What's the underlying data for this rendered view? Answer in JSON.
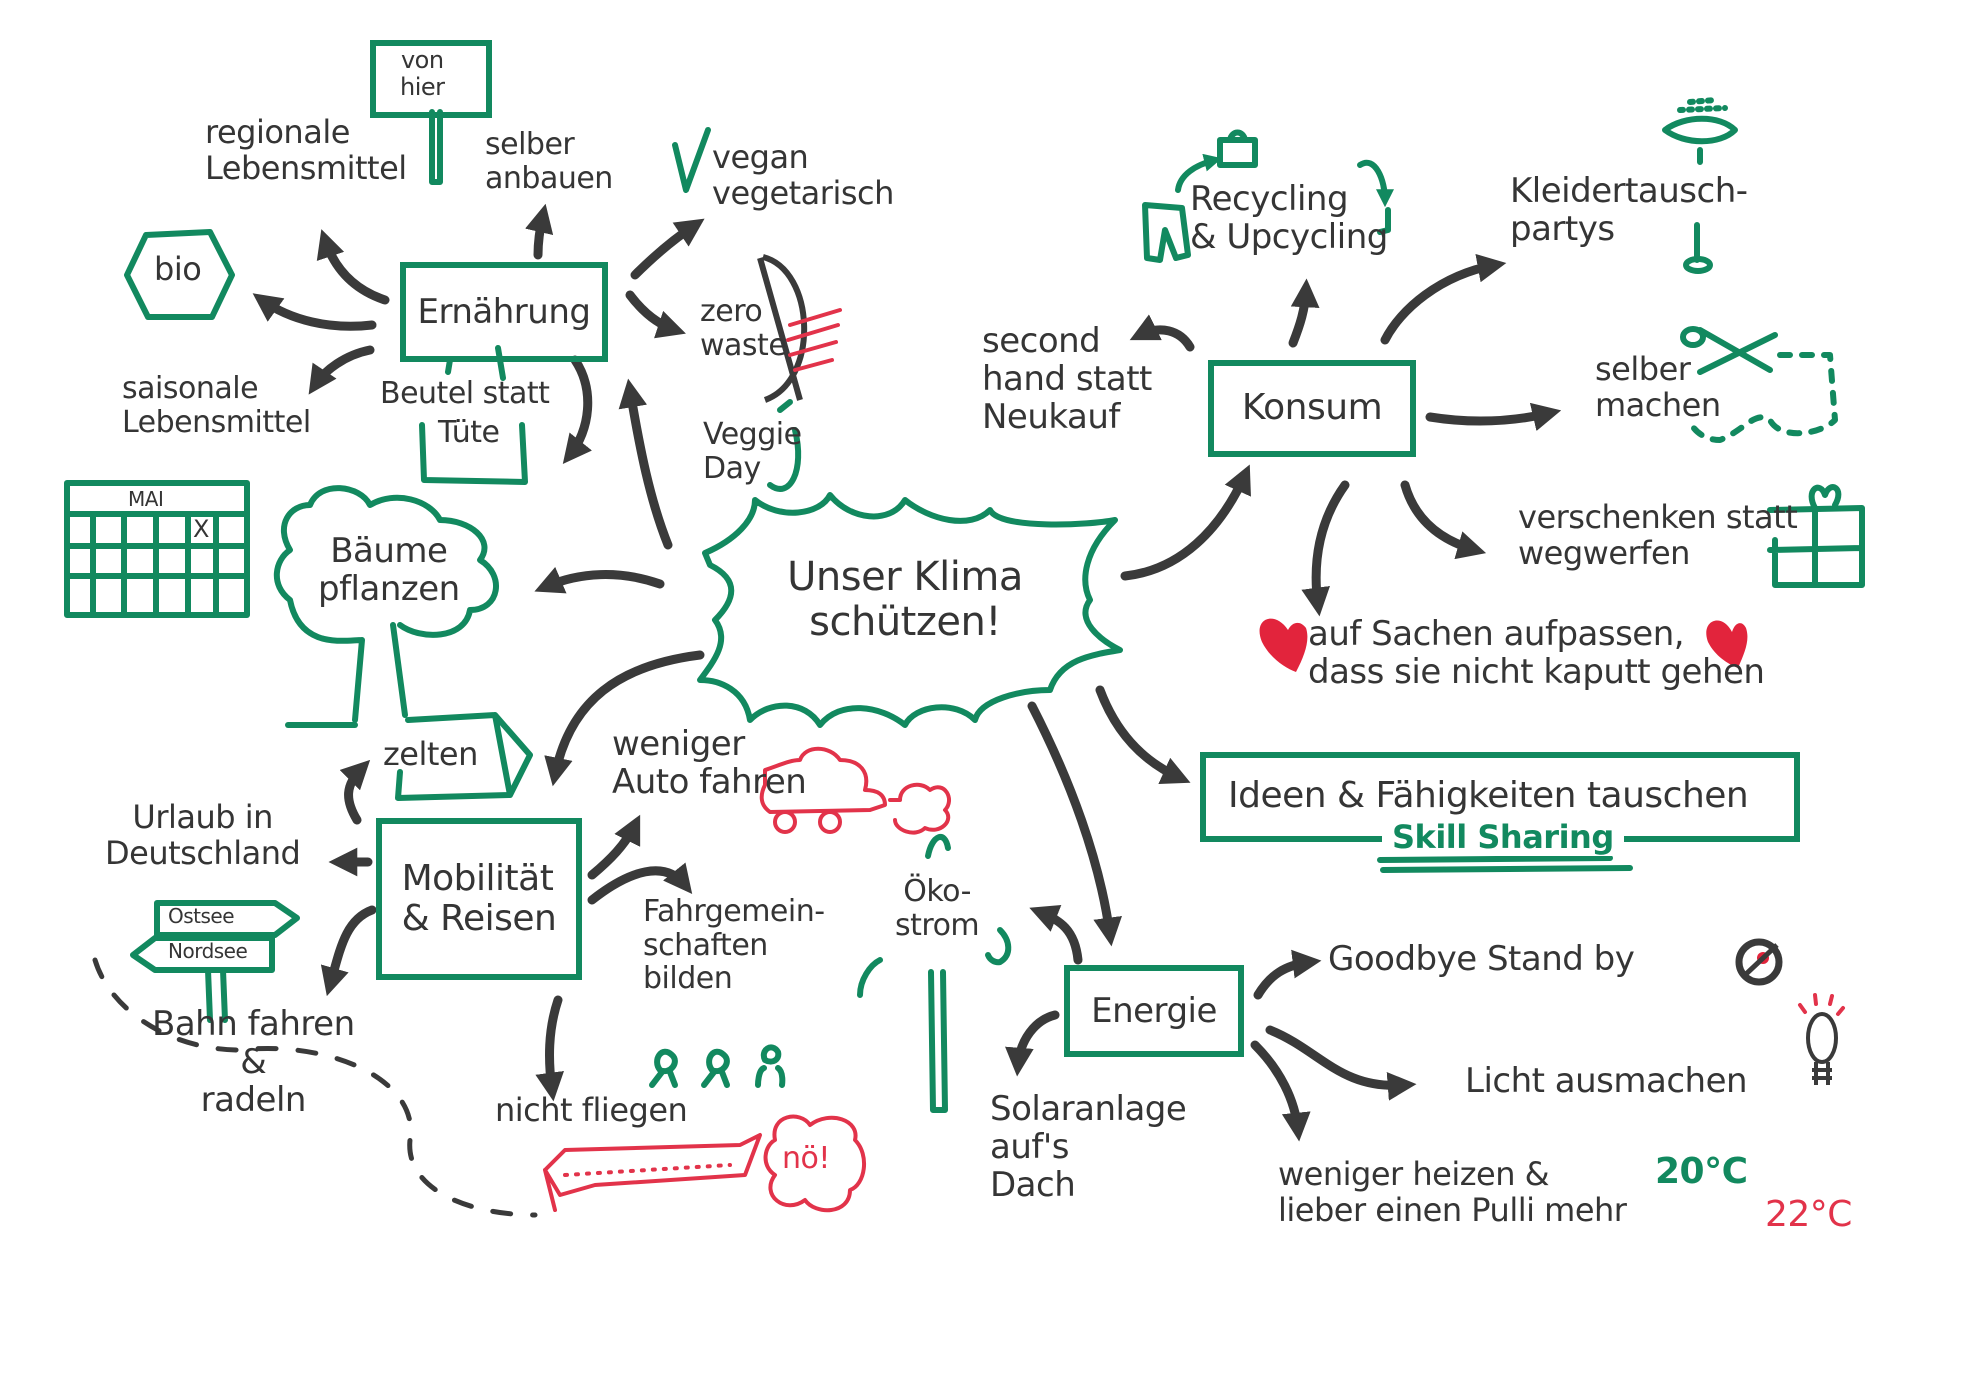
{
  "title": "Unser Klima schützen!",
  "colors": {
    "green": "#12895f",
    "red": "#e2334a",
    "ink": "#353535"
  },
  "hubs": {
    "ernaehrung": "Ernährung",
    "konsum": "Konsum",
    "mobilitaet": "Mobilität\n& Reisen",
    "energie": "Energie",
    "ideen": "Ideen & Fähigkeiten tauschen",
    "skill_sharing": "Skill Sharing",
    "baeume": "Bäume\npflanzen"
  },
  "ernaehrung_items": {
    "regional": "regionale\nLebensmittel",
    "von_hier": "von\nhier",
    "selber_anbauen": "selber\nanbauen",
    "vegan": "vegan\nvegetarisch",
    "bio": "bio",
    "zero_waste": "zero\nwaste",
    "saisonal": "saisonale\nLebensmittel",
    "beutel": "Beutel statt",
    "tuete": "Tüte",
    "veggie_day": "Veggie\nDay",
    "calendar_month": "MAI",
    "calendar_mark": "X"
  },
  "konsum_items": {
    "recycling": "Recycling\n& Upcycling",
    "second_hand": "second\nhand statt\nNeukauf",
    "kleidertausch": "Kleidertausch-\npartys",
    "selber_machen": "selber\nmachen",
    "verschenken": "verschenken statt\nwegwerfen",
    "aufpassen": "auf Sachen aufpassen,\ndass sie nicht kaputt gehen"
  },
  "mobilitaet_items": {
    "zelten": "zelten",
    "urlaub": "Urlaub in\nDeutschland",
    "sign_top": "Ostsee",
    "sign_bottom": "Nordsee",
    "bahn": "Bahn fahren\n&\nradeln",
    "weniger_auto": "weniger\nAuto fahren",
    "fahrgemeinschaften": "Fahrgemein-\nschaften\nbilden",
    "nicht_fliegen": "nicht fliegen",
    "noe": "nö!"
  },
  "energie_items": {
    "oekostrom": "Öko-\nstrom",
    "solar": "Solaranlage\nauf's\nDach",
    "standby": "Goodbye Stand by",
    "licht": "Licht ausmachen",
    "heizen": "weniger heizen &\nlieber einen Pulli mehr",
    "temp_good": "20°C",
    "temp_bad": "22°C"
  }
}
